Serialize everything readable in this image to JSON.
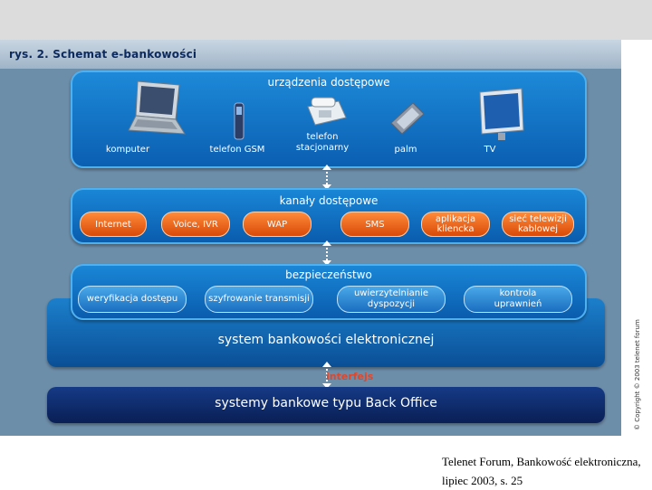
{
  "figure_title": "rys. 2. Schemat e-bankowości",
  "copyright": "© Copyright © 2003 telenet forum",
  "access_devices": {
    "title": "urządzenia dostępowe",
    "devices": [
      "komputer",
      "telefon GSM",
      "telefon\nstacjonarny",
      "palm",
      "TV"
    ]
  },
  "access_channels": {
    "title": "kanały dostępowe",
    "channels": [
      "Internet",
      "Voice, IVR",
      "WAP",
      "SMS",
      "aplikacja\nkliencka",
      "sieć telewizji\nkablowej"
    ]
  },
  "security": {
    "title": "bezpieczeństwo",
    "items": [
      "weryfikacja dostępu",
      "szyfrowanie transmisji",
      "uwierzytelnianie\ndyspozycji",
      "kontrola\nuprawnień"
    ]
  },
  "system_label": "system bankowości elektronicznej",
  "interface_label": "interfejs",
  "backoffice_label": "systemy bankowe typu Back Office",
  "caption": "Telenet Forum, Bankowość elektroniczna, lipiec 2003, s. 25",
  "colors": {
    "panel_blue": "#0b5fb2",
    "channel_orange": "#e85a14",
    "backoffice_navy": "#0f2c6e",
    "interface_red": "#e0462a"
  }
}
